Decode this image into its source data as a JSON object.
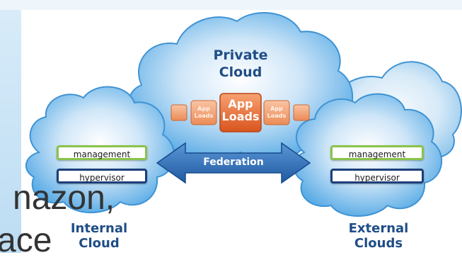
{
  "private_cloud": {
    "title_line1": "Private",
    "title_line2": "Cloud"
  },
  "app_loads": {
    "main_line1": "App",
    "main_line2": "Loads",
    "small_line1": "App",
    "small_line2": "Loads"
  },
  "federation": {
    "label": "Federation"
  },
  "internal_cloud": {
    "management": "management",
    "hypervisor": "hypervisor",
    "title_line1": "Internal",
    "title_line2": "Cloud"
  },
  "external_cloud": {
    "management": "management",
    "hypervisor": "hypervisor",
    "title_line1": "External",
    "title_line2": "Clouds"
  },
  "background_text": {
    "line1": "nazon,",
    "line2": "ace"
  },
  "colors": {
    "cloud_fill": "#5eaee6",
    "title_text": "#1f4d86",
    "app_orange": "#e8733a",
    "federation_blue": "#2f6fb8",
    "management_border": "#8bc34a",
    "hypervisor_border": "#1d3f7a"
  }
}
